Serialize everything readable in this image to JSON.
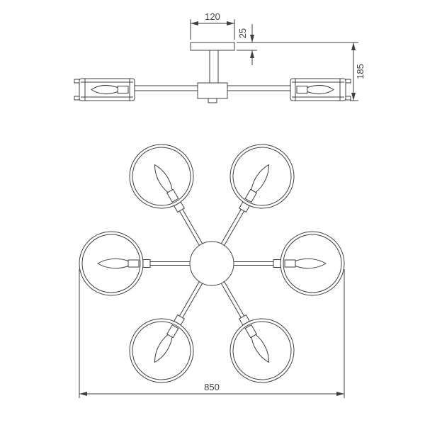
{
  "drawing": {
    "side_view": {
      "dim_canopy_width": "120",
      "dim_canopy_height": "25",
      "dim_total_height": "185"
    },
    "plan_view": {
      "dim_overall_diameter": "850"
    },
    "colors": {
      "line": "#3f3f3f",
      "background": "#ffffff"
    }
  }
}
